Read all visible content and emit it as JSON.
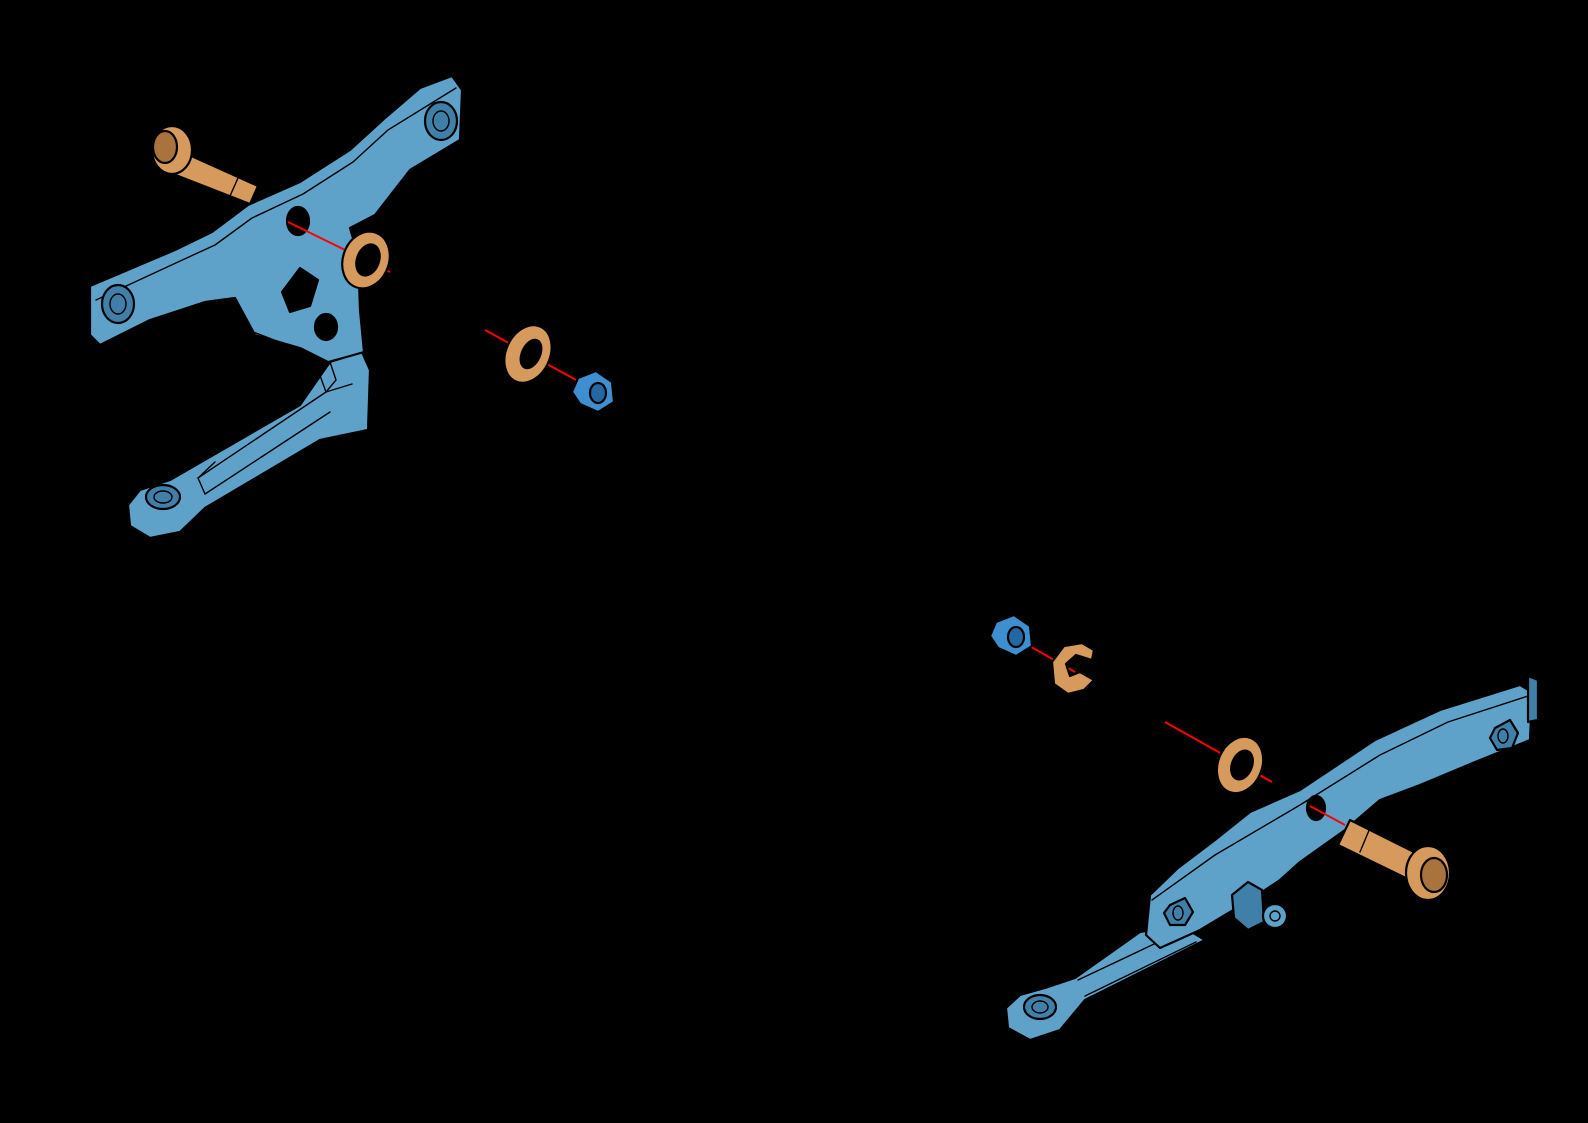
{
  "colors": {
    "background": "#000000",
    "bracket": "#5fa2c9",
    "bracket_dark": "#3f7fa8",
    "brass": "#d69a5c",
    "brass_dark": "#a8733d",
    "nut": "#3d8fd0",
    "nut_dark": "#2468a3",
    "axis": "#ff0000"
  },
  "assemblies": [
    {
      "side": "left",
      "parts": [
        "bracket",
        "shoulder-bolt",
        "washer",
        "washer",
        "lock-nut"
      ]
    },
    {
      "side": "right",
      "parts": [
        "bracket",
        "shoulder-bolt",
        "washer",
        "e-clip",
        "lock-nut"
      ]
    }
  ]
}
